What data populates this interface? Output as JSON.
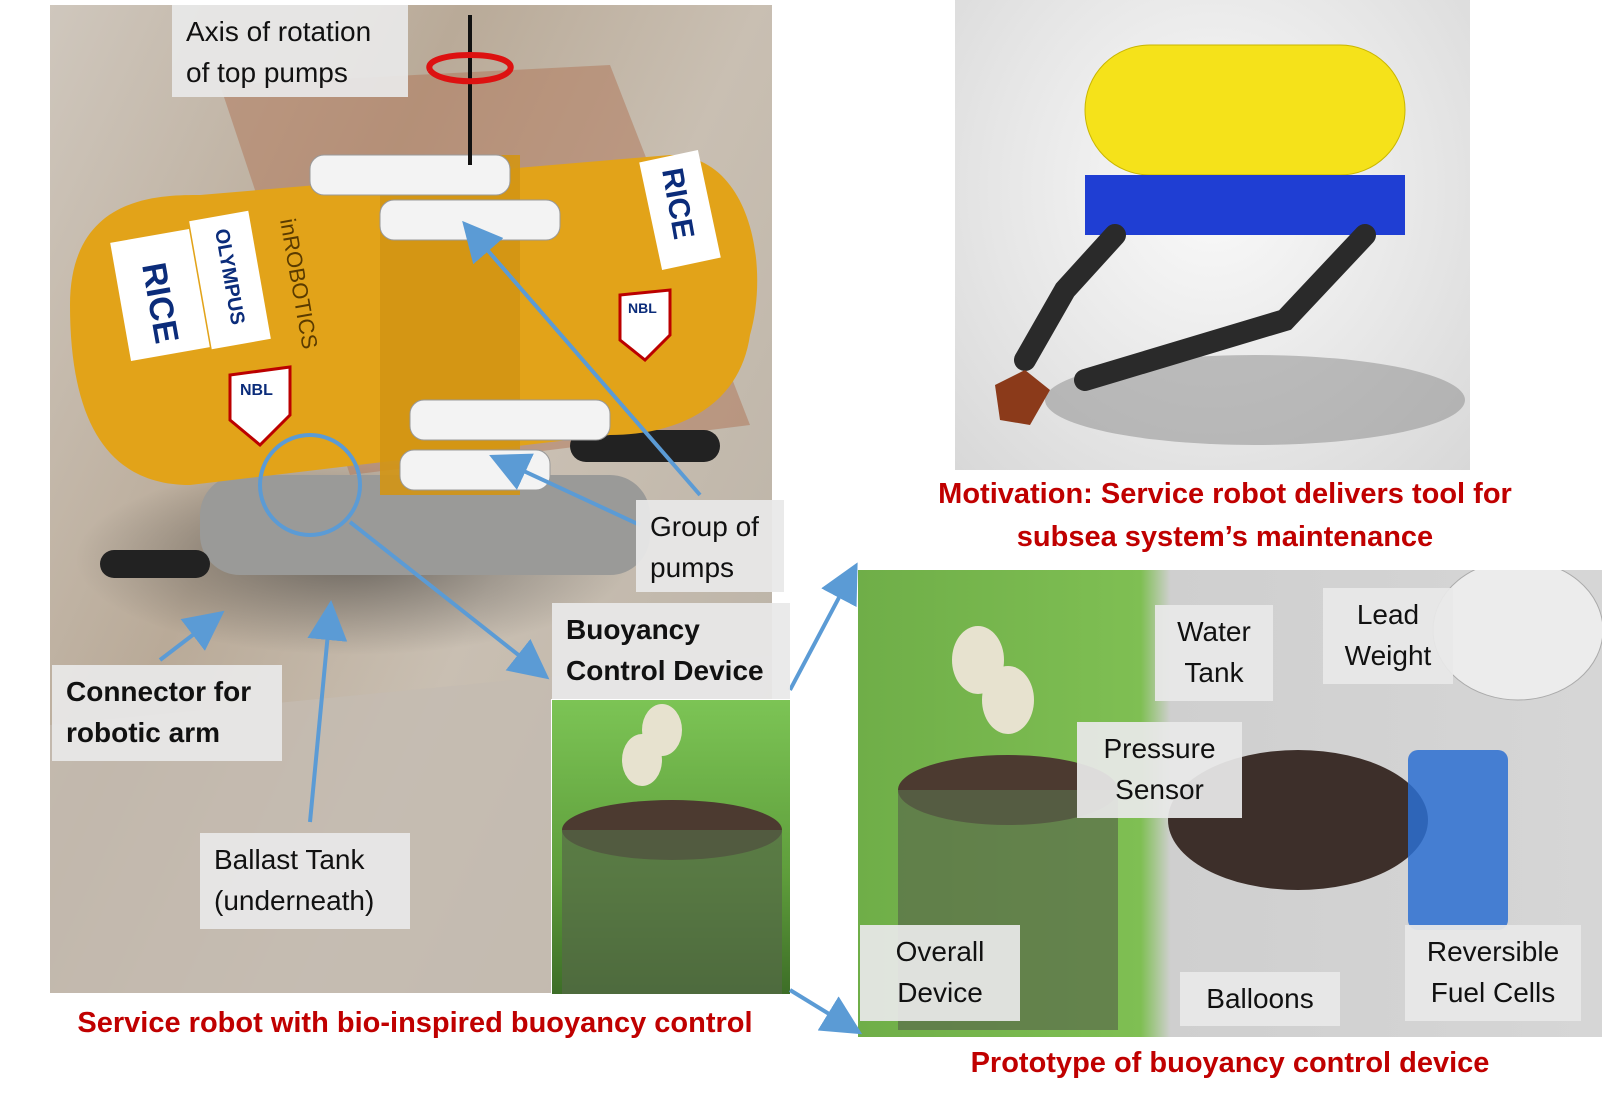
{
  "colors": {
    "caption": "#c00000",
    "arrow": "#5b9bd5",
    "tank": "#e2a319",
    "render_tank": "#f5e21a",
    "render_base": "#1f3ed3",
    "label_bg": "#e8e8e8"
  },
  "labels": {
    "axis_rotation": "Axis of rotation\nof top pumps",
    "group_pumps": "Group of\npumps",
    "buoyancy_device": "Buoyancy\nControl Device",
    "connector": "Connector for\nrobotic arm",
    "ballast": "Ballast Tank\n(underneath)",
    "water_tank": "Water\nTank",
    "lead_weight": "Lead\nWeight",
    "pressure_sensor": "Pressure\nSensor",
    "overall_device": "Overall\nDevice",
    "balloons": "Balloons",
    "fuel_cells": "Reversible\nFuel Cells"
  },
  "decals": {
    "rice": "RICE",
    "olympus": "OLYMPUS",
    "inrobotics": "inROBOTICS",
    "nbl": "NBL"
  },
  "captions": {
    "motivation": "Motivation: Service robot delivers tool for\nsubsea system’s maintenance",
    "service_robot": "Service robot with bio-inspired buoyancy control",
    "prototype": "Prototype of buoyancy control device"
  }
}
